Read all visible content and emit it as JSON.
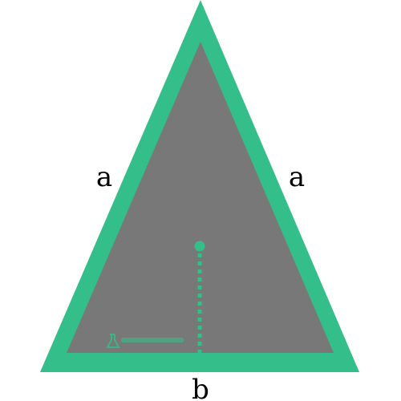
{
  "labels": {
    "left_side": "a",
    "right_side": "a",
    "base": "b"
  },
  "colors": {
    "background": "#ffffff",
    "outline": "#34be89",
    "fill": "#787878",
    "marker": "#34be89",
    "label_text": "#000000"
  },
  "icons": {
    "watermark": "flask-icon"
  }
}
